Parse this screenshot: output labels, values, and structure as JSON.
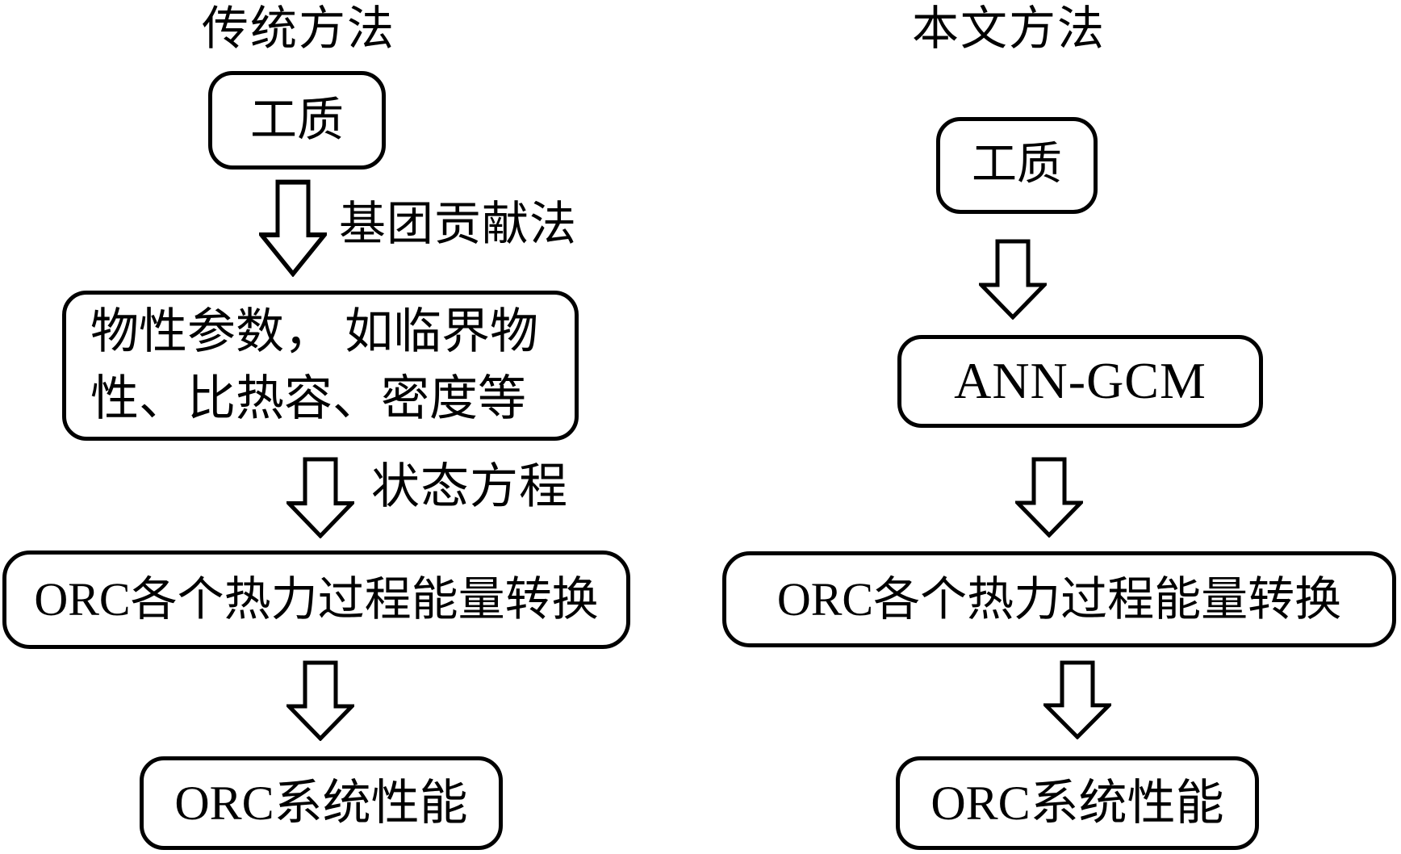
{
  "diagram": {
    "background_color": "#ffffff",
    "line_color": "#000000",
    "text_color": "#000000",
    "left_column": {
      "title": "传统方法",
      "working_fluid": "工质",
      "arrow1_label": "基团贡献法",
      "properties_line1": "物性参数， 如临界物",
      "properties_line2": "性、比热容、密度等",
      "arrow2_label": "状态方程",
      "energy_conversion": "ORC各个热力过程能量转换",
      "system_performance": "ORC系统性能"
    },
    "right_column": {
      "title": "本文方法",
      "working_fluid": "工质",
      "ann_gcm": "ANN-GCM",
      "energy_conversion": "ORC各个热力过程能量转换",
      "system_performance": "ORC系统性能"
    }
  }
}
